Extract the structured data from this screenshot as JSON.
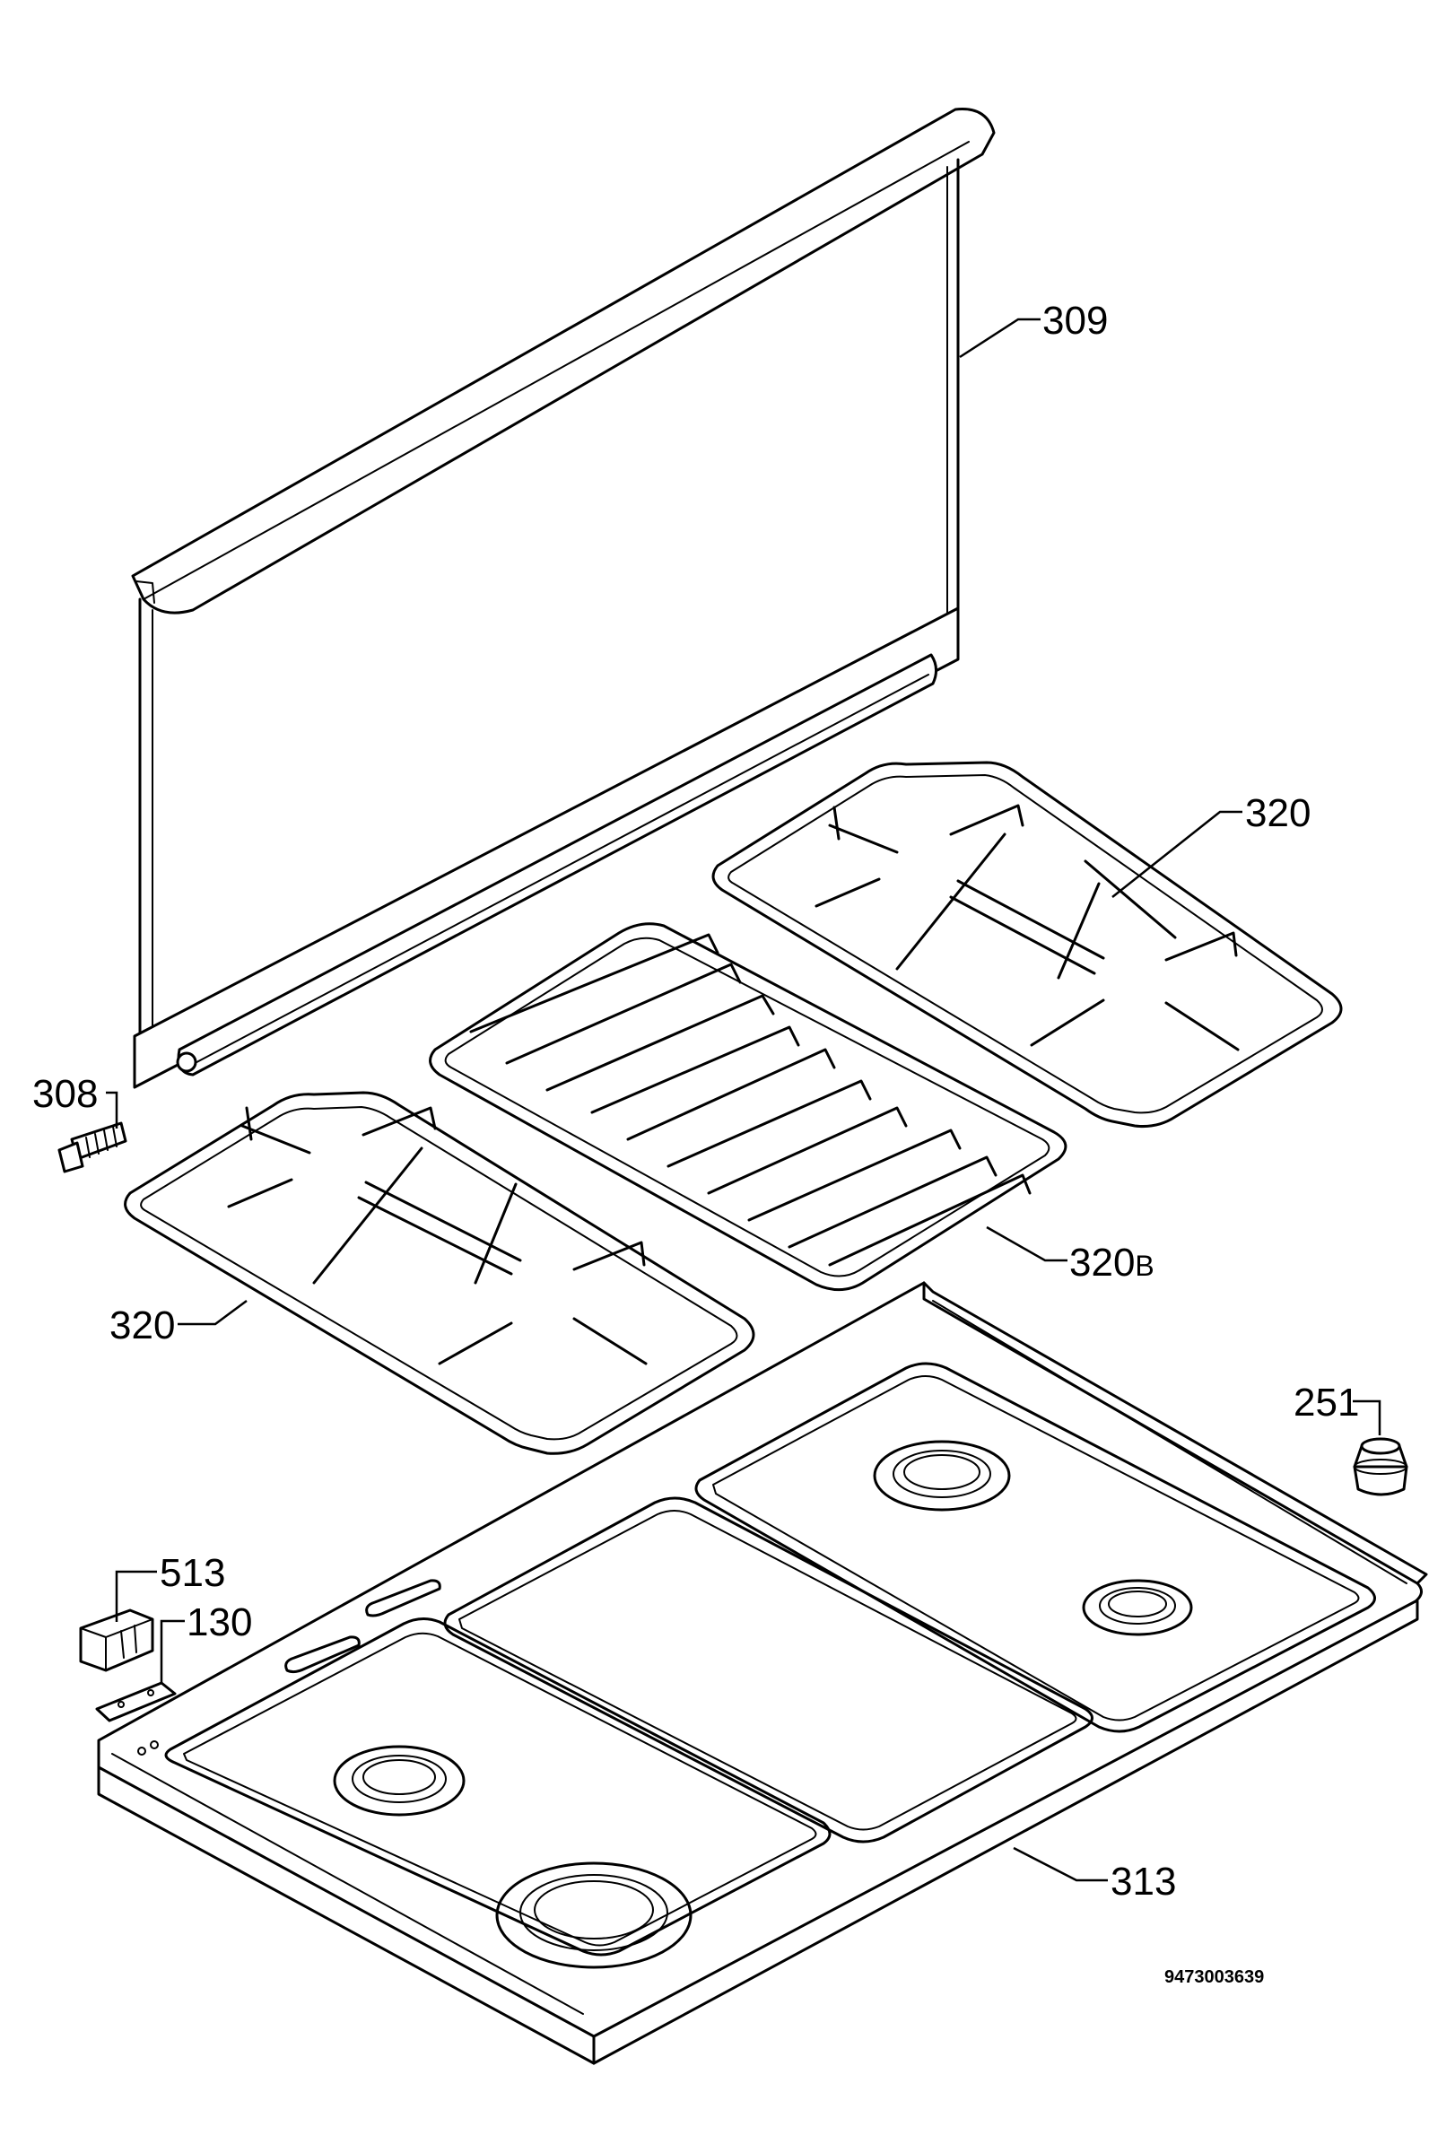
{
  "parts": [
    {
      "id": "part-309",
      "label": "309"
    },
    {
      "id": "part-320-right",
      "label": "320"
    },
    {
      "id": "part-308",
      "label": "308"
    },
    {
      "id": "part-320b",
      "label": "320",
      "suffix": "B"
    },
    {
      "id": "part-320-left",
      "label": "320"
    },
    {
      "id": "part-251",
      "label": "251"
    },
    {
      "id": "part-513",
      "label": "513"
    },
    {
      "id": "part-130",
      "label": "130"
    },
    {
      "id": "part-313",
      "label": "313"
    }
  ],
  "document_number": "9473003639",
  "colors": {
    "ink": "#000000",
    "paper": "#ffffff"
  }
}
